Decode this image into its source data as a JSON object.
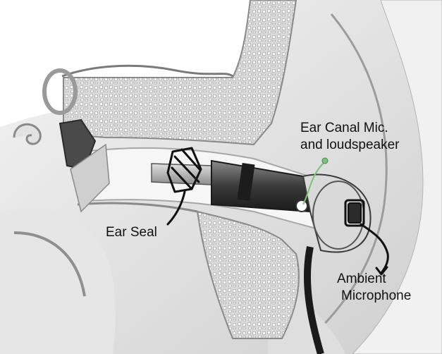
{
  "labels": {
    "ear_canal_mic": {
      "line1": "Ear Canal Mic.",
      "line2": "and loudspeaker"
    },
    "ear_seal": "Ear Seal",
    "ambient_mic": {
      "line1": "Ambient",
      "line2": "Microphone"
    }
  },
  "colors": {
    "background": "#ffffff",
    "tissue": "#e9e9e9",
    "tissue_shadow": "#9a9a9a",
    "bone": "#d4d4d4",
    "device_dark": "#2a2a2a",
    "device_mid": "#6f6f6f",
    "ink": "#111111",
    "mic_wire": "#7fbf7f"
  }
}
